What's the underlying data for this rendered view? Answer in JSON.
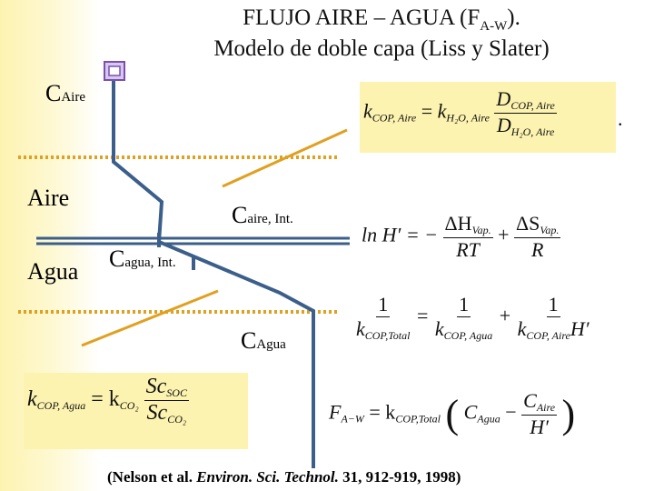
{
  "title": {
    "line1_prefix": "FLUJO AIRE – AGUA (F",
    "line1_sub": "A-W",
    "line1_suffix": ").",
    "line2": "Modelo de doble capa (Liss y Slater)"
  },
  "labels": {
    "c_aire_c": "C",
    "c_aire_sub": "Aire",
    "aire": "Aire",
    "agua": "Agua",
    "c_aire_int_c": "C",
    "c_aire_int_sub": "aire, Int.",
    "c_agua_int_c": "C",
    "c_agua_int_sub": "agua, Int.",
    "c_agua_c": "C",
    "c_agua_sub": "Agua"
  },
  "equations": {
    "eq1": {
      "lhs": "k",
      "lhs_sub": "COP, Aire",
      "rhs_k": "k",
      "rhs_sub": "H₂O, Aire",
      "num": "D",
      "num_sub": "COP, Aire",
      "den": "D",
      "den_sub": "H₂O, Aire",
      "trail": "."
    },
    "eq2": {
      "lhs": "ln H′ = −",
      "num1": "ΔH",
      "num1_sub": "Vap.",
      "den1": "RT",
      "mid": "+",
      "num2": "ΔS",
      "num2_sub": "Vap.",
      "den2": "R"
    },
    "eq3": {
      "num_l": "1",
      "den_l": "k",
      "den_l_sub": "COP,Total",
      "eq": "=",
      "num_m": "1",
      "den_m": "k",
      "den_m_sub": "COP, Agua",
      "plus": "+",
      "num_r": "1",
      "den_r": "k",
      "den_r_sub": "COP, Aire",
      "den_r_tail": "H′"
    },
    "eq4": {
      "lhs": "k",
      "lhs_sub": "COP, Agua",
      "eq": "= k",
      "eq_sub": "CO₂",
      "num": "Sc",
      "num_sub": "SOC",
      "den": "Sc",
      "den_sub": "CO₂"
    },
    "eq5": {
      "lhs": "F",
      "lhs_sub": "A−W",
      "eq": "= k",
      "eq_sub": "COP,Total",
      "c1": "C",
      "c1_sub": "Agua",
      "minus": "−",
      "num": "C",
      "num_sub": "Aire",
      "den": "H′"
    }
  },
  "reference": {
    "prefix": "(Nelson et al. ",
    "journal": "Environ. Sci. Technol.",
    "suffix": " 31, 912-919, 1998)"
  },
  "colors": {
    "profile": "#3b5f8a",
    "interface": "#e0a020",
    "highlight": "#fdf3b0"
  },
  "icons": {
    "film-icon": "film-icon"
  }
}
